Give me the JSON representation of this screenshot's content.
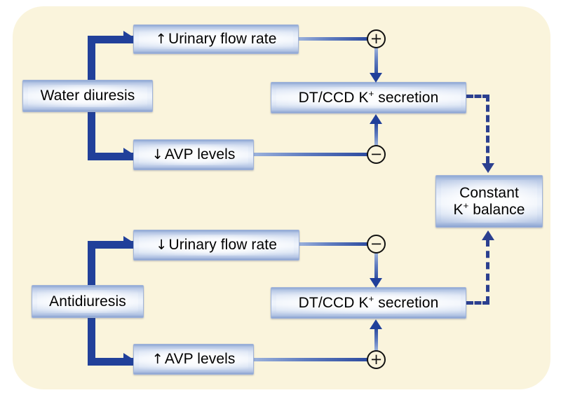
{
  "figure": {
    "background_color": "#faf4dc",
    "box_fill": "#dde6f5",
    "line_color": "#21409a",
    "dashed_color": "#2b3f8f"
  },
  "upper": {
    "source": {
      "label": "Water diuresis"
    },
    "flow_rate": {
      "arrow": "↑",
      "label": "Urinary flow rate"
    },
    "avp": {
      "arrow": "↓",
      "label": "AVP levels"
    },
    "secretion": {
      "prefix": "DT/CCD K",
      "sup": "+",
      "suffix": " secretion"
    },
    "sign_top": "+",
    "sign_bottom": "−"
  },
  "lower": {
    "source": {
      "label": "Antidiuresis"
    },
    "flow_rate": {
      "arrow": "↓",
      "label": "Urinary flow rate"
    },
    "avp": {
      "arrow": "↑",
      "label": "AVP levels"
    },
    "secretion": {
      "prefix": "DT/CCD K",
      "sup": "+",
      "suffix": " secretion"
    },
    "sign_top": "−",
    "sign_bottom": "+"
  },
  "outcome": {
    "line1": "Constant",
    "line2_prefix": "K",
    "line2_sup": "+",
    "line2_suffix": " balance"
  }
}
